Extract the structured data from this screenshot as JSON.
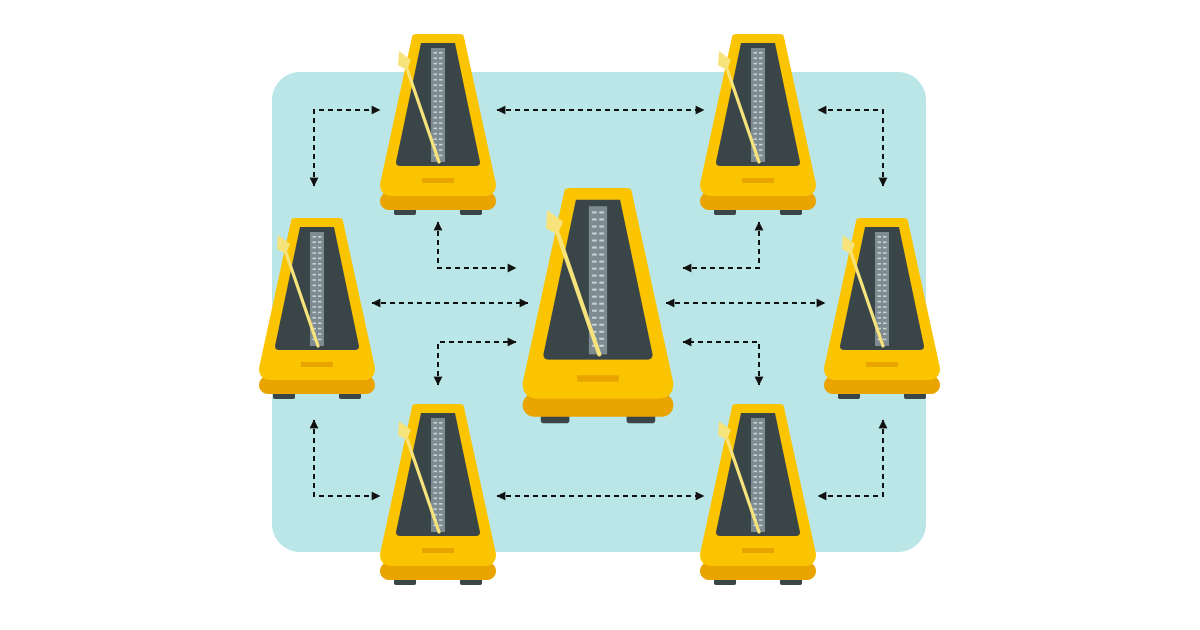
{
  "colors": {
    "background": "#ffffff",
    "panel": "#bae6e7",
    "metronome_body": "#fbc400",
    "metronome_base": "#e9a400",
    "metronome_face": "#3a4548",
    "metronome_scale": "#7e8b90",
    "scale_tick": "#c9d2d6",
    "pendulum": "#f7e37c",
    "feet": "#3a4548",
    "arrow": "#111111"
  },
  "icons": {
    "metronome": "metronome-icon",
    "arrow": "dashed-double-arrow"
  },
  "diagram": {
    "node_count": 7,
    "connection_style": "dashed bidirectional arrows"
  }
}
